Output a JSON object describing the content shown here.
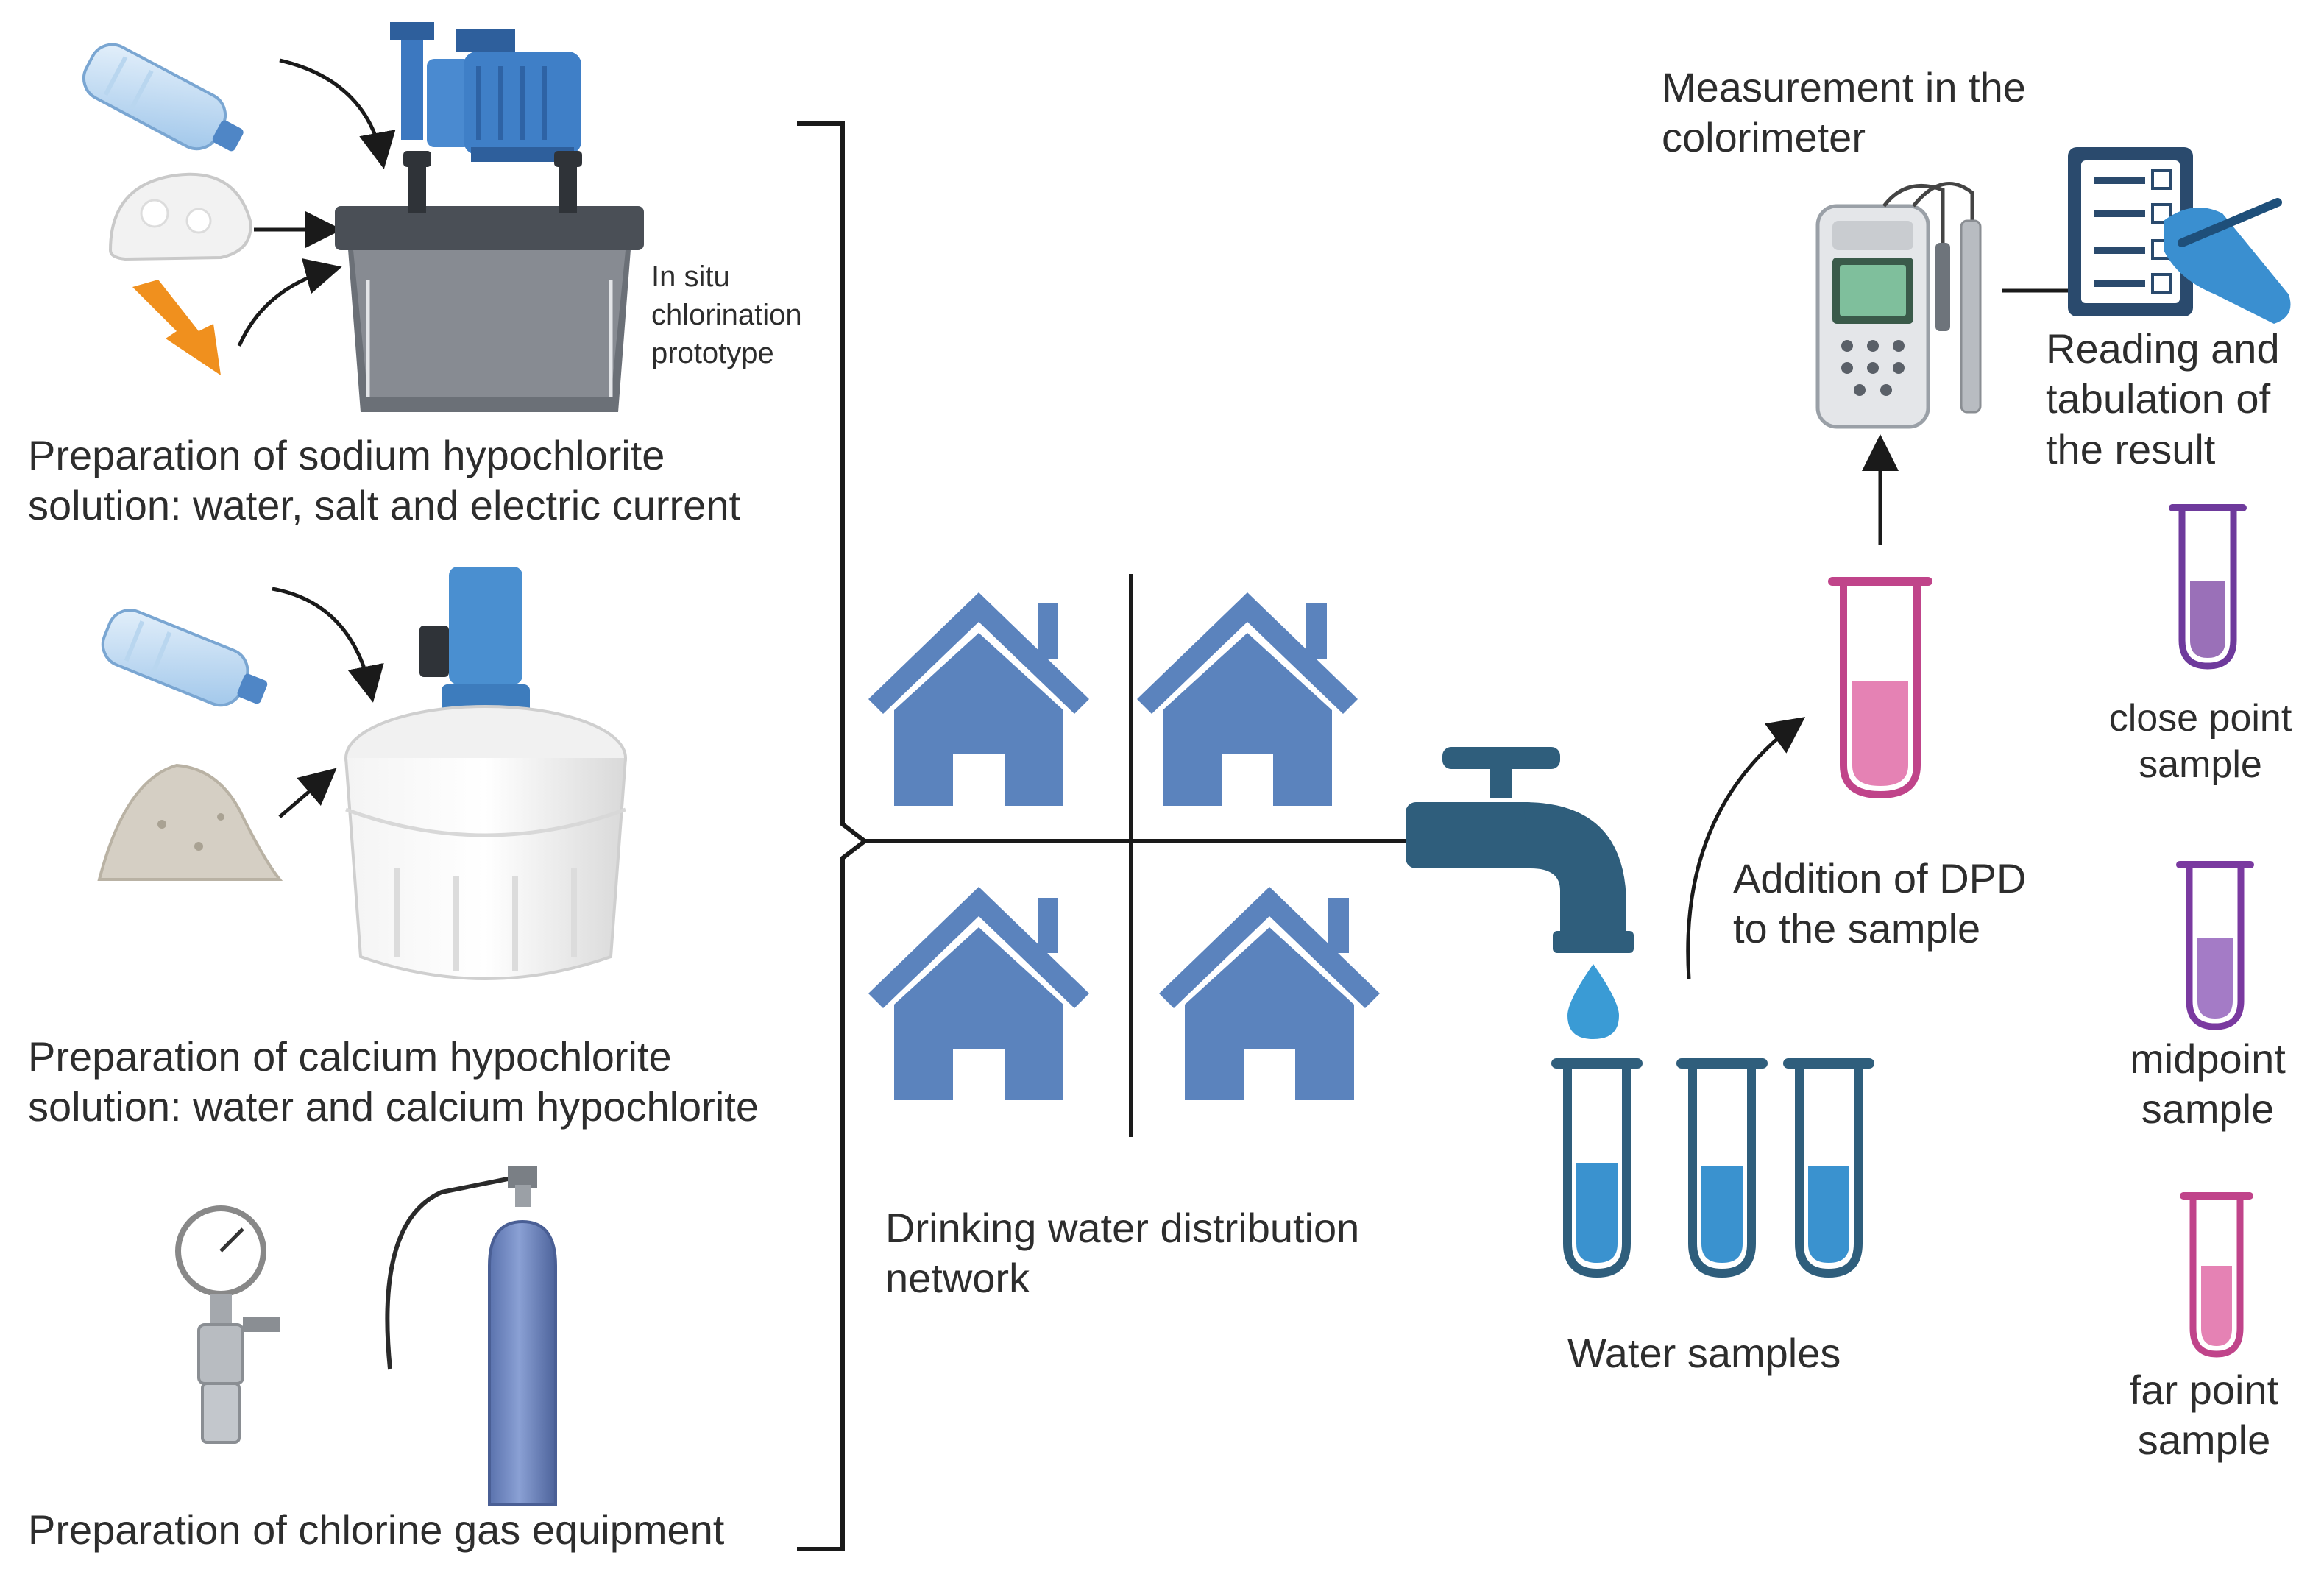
{
  "labels": {
    "sodium_title": "Preparation of sodium hypochlorite\nsolution: water, salt and electric current",
    "in_situ": "In situ\nchlorination\nprototype",
    "calcium_title": "Preparation of calcium hypochlorite\nsolution: water and calcium hypochlorite",
    "chlorine_gas": "Preparation of chlorine gas equipment",
    "network": "Drinking water distribution\nnetwork",
    "water_samples": "Water samples",
    "dpd": "Addition of DPD\nto the sample",
    "colorimeter": "Measurement in the\ncolorimeter",
    "reading": "Reading and\ntabulation of\nthe result",
    "close_point": "close point\nsample",
    "midpoint": "midpoint\nsample",
    "far_point": "far point\nsample"
  },
  "colors": {
    "house": "#5b83bd",
    "tap": "#2f5e7c",
    "water_drop": "#3a9bd5",
    "sample_blue": "#3a92cf",
    "sample_pink": "#e582b4",
    "sample_purple": "#9a70b8",
    "tank_gray": "#555a60",
    "cylinder": "#6d86c0",
    "lightning": "#f0901e",
    "line": "#1a1a1a"
  },
  "icons": [
    "bottle-icon",
    "salt-pile-icon",
    "lightning-icon",
    "pump-icon",
    "chlorination-tank-icon",
    "powder-pile-icon",
    "water-tank-icon",
    "pressure-gauge-icon",
    "gas-cylinder-icon",
    "house-icon",
    "faucet-icon",
    "water-drop-icon",
    "test-tube-icon",
    "colorimeter-icon",
    "clipboard-icon",
    "hand-pen-icon"
  ]
}
